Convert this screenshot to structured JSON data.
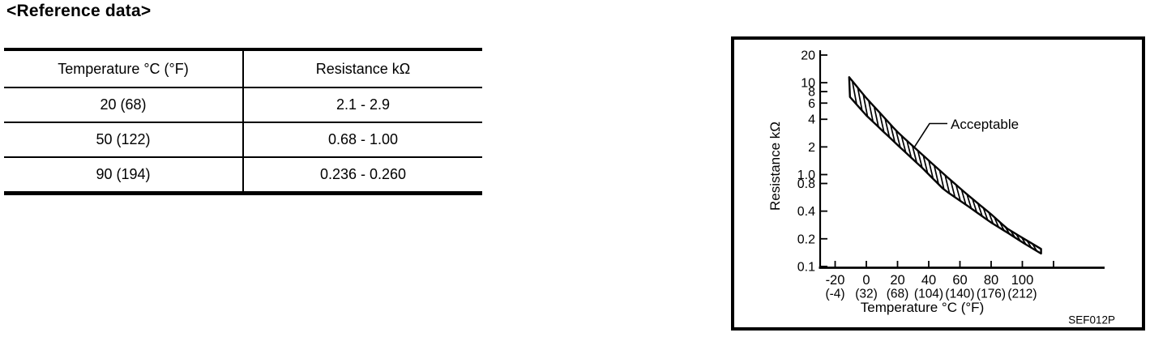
{
  "page": {
    "title": "<Reference data>",
    "background": "#ffffff",
    "ink": "#000000"
  },
  "reference_table": {
    "columns": [
      "Temperature °C (°F)",
      "Resistance kΩ"
    ],
    "rows": [
      {
        "temperature": "20 (68)",
        "resistance": "2.1 - 2.9"
      },
      {
        "temperature": "50 (122)",
        "resistance": "0.68 - 1.00"
      },
      {
        "temperature": "90 (194)",
        "resistance": "0.236 - 0.260"
      }
    ]
  },
  "chart_data": {
    "type": "area",
    "title": "",
    "xlabel": "Temperature °C (°F)",
    "ylabel": "Resistance kΩ",
    "grid": false,
    "x_axis": {
      "ticks_c": [
        -20,
        0,
        20,
        40,
        60,
        80,
        100
      ],
      "tick_labels_c": [
        "-20",
        "0",
        "20",
        "40",
        "60",
        "80",
        "100"
      ],
      "tick_labels_f": [
        "(-4)",
        "(32)",
        "(68)",
        "(104)",
        "(140)",
        "(176)",
        "(212)"
      ],
      "unlabeled_ticks_c": [
        120
      ],
      "range_c": [
        -31,
        153
      ]
    },
    "y_axis": {
      "scale": "log",
      "ticks": [
        20,
        10,
        8,
        6,
        4,
        2,
        1.0,
        0.8,
        0.4,
        0.2,
        0.1
      ],
      "tick_labels": [
        "20",
        "10",
        "8",
        "6",
        "4",
        "2",
        "1.0",
        "0.8",
        "0.4",
        "0.2",
        "0.1"
      ],
      "range": [
        0.1,
        20
      ]
    },
    "band": {
      "label": "Acceptable",
      "upper_series": {
        "name": "upper limit",
        "t_c": [
          -11,
          0,
          20,
          35,
          50,
          65,
          80,
          90,
          100,
          112
        ],
        "r_kohm": [
          11.5,
          6.8,
          2.9,
          1.7,
          1.0,
          0.6,
          0.37,
          0.26,
          0.205,
          0.155
        ]
      },
      "lower_series": {
        "name": "lower limit",
        "t_c": [
          -10.5,
          0,
          20,
          35,
          50,
          65,
          80,
          90,
          100,
          112
        ],
        "r_kohm": [
          7.0,
          4.4,
          2.1,
          1.22,
          0.68,
          0.455,
          0.3,
          0.236,
          0.183,
          0.138
        ]
      }
    },
    "figure_code": "SEF012P"
  }
}
